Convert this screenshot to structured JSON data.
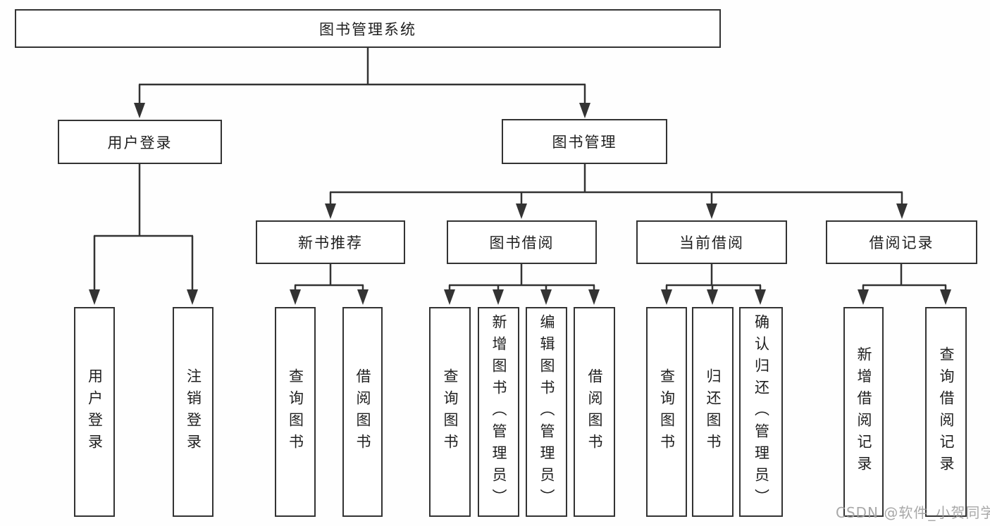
{
  "diagram_type": "tree",
  "tree": {
    "label": "图书管理系统",
    "children": [
      {
        "label": "用户登录",
        "children": [
          {
            "label": "用户登录"
          },
          {
            "label": "注销登录"
          }
        ]
      },
      {
        "label": "图书管理",
        "children": [
          {
            "label": "新书推荐",
            "children": [
              {
                "label": "查询图书"
              },
              {
                "label": "借阅图书"
              }
            ]
          },
          {
            "label": "图书借阅",
            "children": [
              {
                "label": "查询图书"
              },
              {
                "label": "新增图书（管理员）"
              },
              {
                "label": "编辑图书（管理员）"
              },
              {
                "label": "借阅图书"
              }
            ]
          },
          {
            "label": "当前借阅",
            "children": [
              {
                "label": "查询图书"
              },
              {
                "label": "归还图书"
              },
              {
                "label": "确认归还（管理员）"
              }
            ]
          },
          {
            "label": "借阅记录",
            "children": [
              {
                "label": "新增借阅记录"
              },
              {
                "label": "查询借阅记录"
              }
            ]
          }
        ]
      }
    ]
  },
  "watermark": {
    "text": "CSDN @软件_小贺同学"
  },
  "colors": {
    "line": "#333333",
    "box_border": "#333333",
    "box_fill": "#ffffff",
    "text": "#1f1f1f",
    "watermark": "#9e9e9e",
    "background": "#fefefe"
  }
}
